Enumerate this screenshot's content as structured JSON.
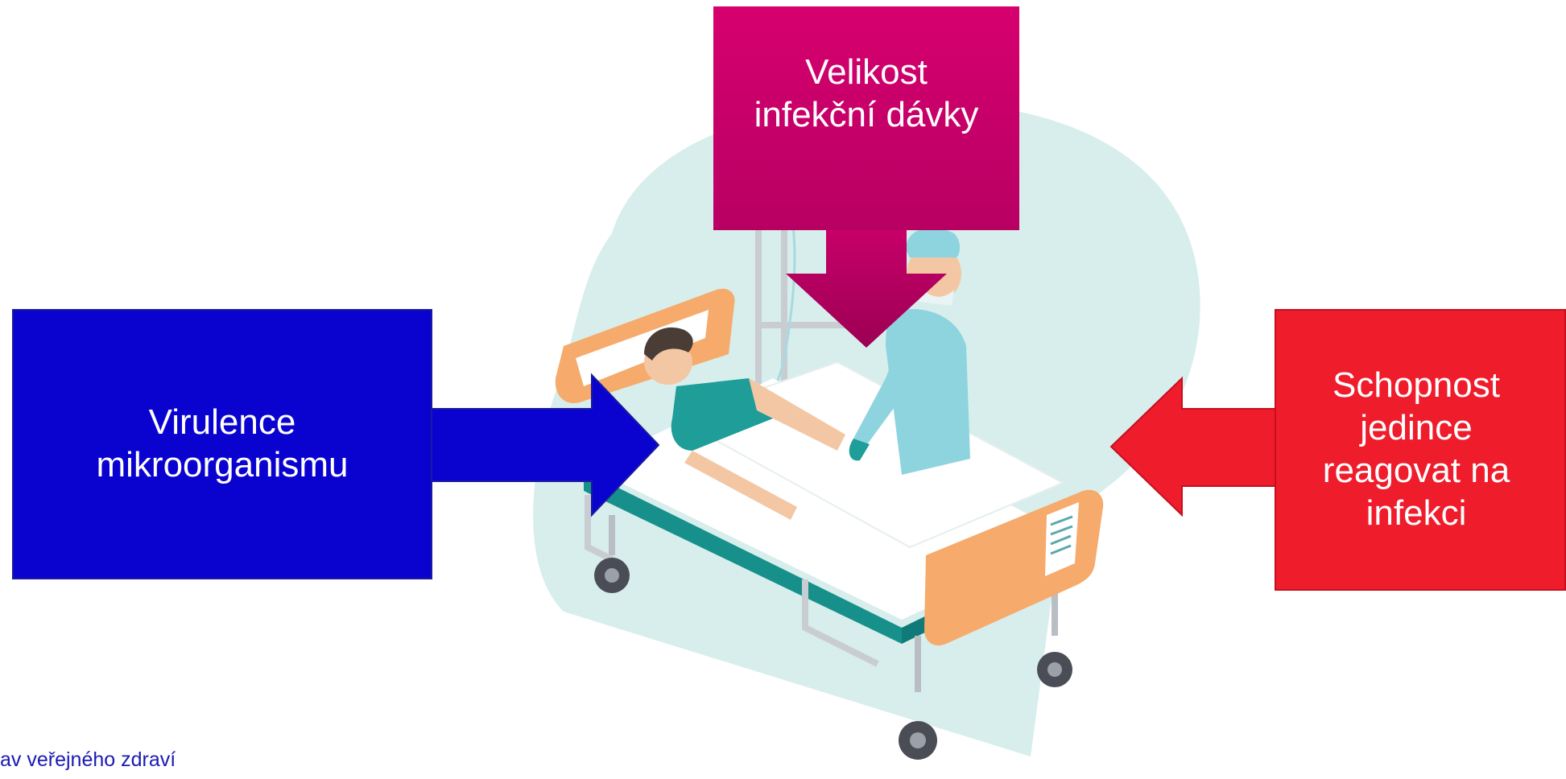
{
  "diagram": {
    "top_box": {
      "label": "Velikost\ninfekční dávky",
      "color": "#d1006d"
    },
    "left_box": {
      "label": "Virulence\nmikroorganismu",
      "color": "#0a03d0"
    },
    "right_box": {
      "label": "Schopnost\njedince\nreagovat na\ninfekci",
      "color": "#ef1c2c"
    }
  },
  "footer": {
    "text": "av veřejného zdraví"
  },
  "illustration": {
    "description_icons": [
      "hospital-bed-icon",
      "patient-icon",
      "nurse-icon",
      "iv-drip-icon"
    ],
    "background_color": "#d7eeec"
  }
}
